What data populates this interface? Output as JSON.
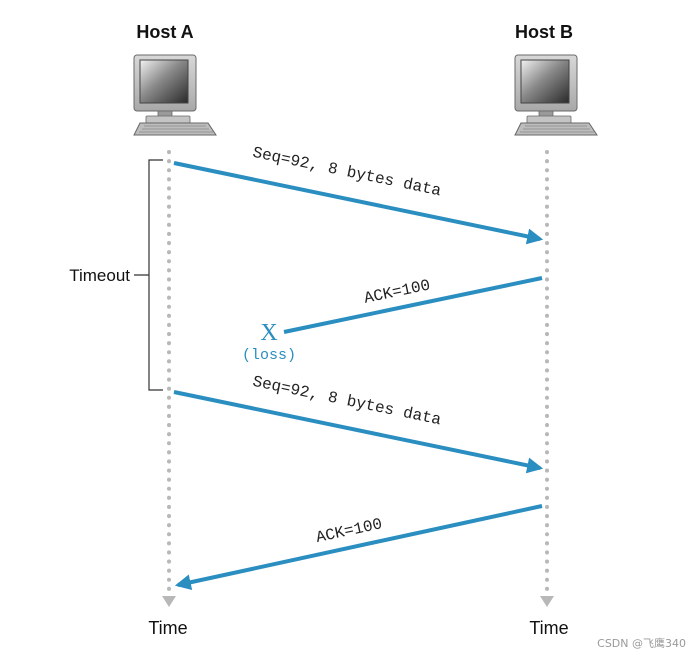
{
  "hosts": {
    "a": {
      "label": "Host A"
    },
    "b": {
      "label": "Host B"
    }
  },
  "timelines": {
    "a_time_label": "Time",
    "b_time_label": "Time"
  },
  "timeout": {
    "label": "Timeout"
  },
  "messages": [
    {
      "label": "Seq=92, 8 bytes data",
      "direction": "A-to-B",
      "lost": false
    },
    {
      "label": "ACK=100",
      "direction": "B-to-A",
      "lost": true
    },
    {
      "label": "Seq=92, 8 bytes data",
      "direction": "A-to-B",
      "lost": false
    },
    {
      "label": "ACK=100",
      "direction": "B-to-A",
      "lost": false
    }
  ],
  "loss": {
    "mark": "X",
    "label": "(loss)"
  },
  "watermark": "CSDN @飞鹰340",
  "colors": {
    "arrow": "#2b8ec0",
    "timeline": "#b8b8b8",
    "text": "#111111"
  },
  "icons": {
    "host": "desktop-computer-icon"
  }
}
